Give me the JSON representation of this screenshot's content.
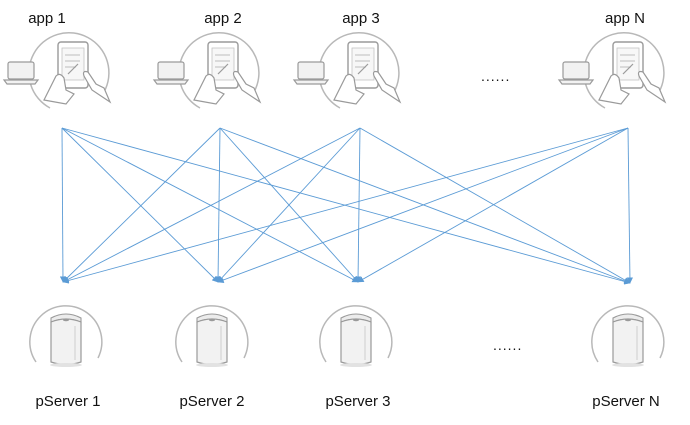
{
  "apps": [
    {
      "label": "app 1"
    },
    {
      "label": "app 2"
    },
    {
      "label": "app 3"
    },
    {
      "label": "app N"
    }
  ],
  "servers": [
    {
      "label": "pServer 1"
    },
    {
      "label": "pServer 2"
    },
    {
      "label": "pServer 3"
    },
    {
      "label": "pServer N"
    }
  ],
  "ellipsis_apps": "......",
  "ellipsis_servers": "......",
  "colors": {
    "connection_line": "#5b9bd5",
    "icon_stroke": "#9a9a9a",
    "icon_fill": "#f2f2f2",
    "text": "#111111"
  }
}
